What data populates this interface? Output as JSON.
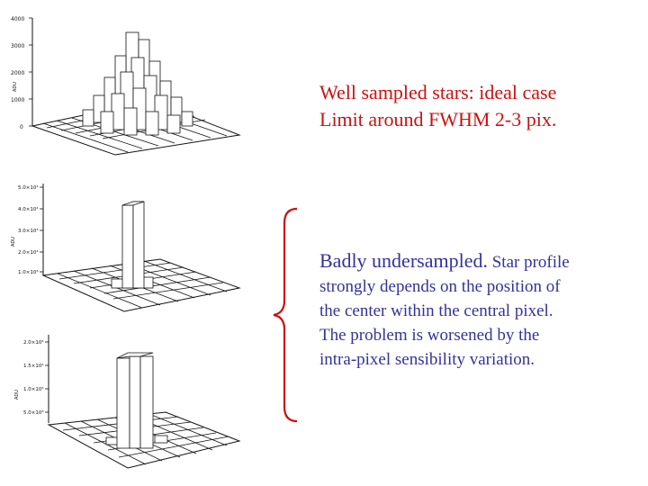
{
  "captions": {
    "well_line1": "Well sampled stars: ideal case",
    "well_line2": "Limit around FWHM 2-3 pix.",
    "bad_lead": "Badly undersampled.",
    "bad_rest1": " Star profile",
    "bad_line2": "strongly depends on the position of",
    "bad_line3": "the center within the central pixel.",
    "bad_line4": "The problem is worsened by the",
    "bad_line5": "intra-pixel sensibility variation."
  },
  "colors": {
    "caption_top": "#cc1111",
    "caption_bottom": "#333399",
    "bracket": "#cc1111"
  },
  "plots": [
    {
      "id": "top",
      "ylabel": "ADU",
      "ticks": [
        "4000",
        "3000",
        "2000",
        "1000",
        "0"
      ]
    },
    {
      "id": "mid",
      "ylabel": "ADU",
      "ticks": [
        "5.0×10⁴",
        "4.0×10⁴",
        "3.0×10⁴",
        "2.0×10⁴",
        "1.0×10⁴"
      ]
    },
    {
      "id": "bot",
      "ylabel": "ADU",
      "ticks": [
        "2.0×10⁴",
        "1.5×10⁴",
        "1.0×10⁴",
        "5.0×10³"
      ]
    }
  ]
}
